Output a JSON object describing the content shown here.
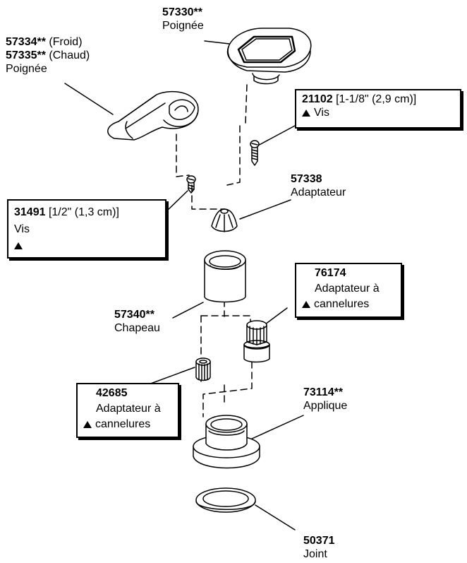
{
  "parts": {
    "p57330": {
      "code": "57330**",
      "name": "Poignée"
    },
    "p57334": {
      "code": "57334**",
      "desc": "(Froid)"
    },
    "p57335": {
      "code": "57335**",
      "desc": "(Chaud)",
      "name": "Poignée"
    },
    "p21102": {
      "code": "21102",
      "size": "[1-1/8\" (2,9 cm)]",
      "name": "Vis"
    },
    "p57338": {
      "code": "57338",
      "name": "Adaptateur"
    },
    "p31491": {
      "code": "31491",
      "size": "[1/2\" (1,3 cm)]",
      "name": "Vis"
    },
    "p76174": {
      "code": "76174",
      "name1": "Adaptateur à",
      "name2": "cannelures"
    },
    "p57340": {
      "code": "57340**",
      "name": "Chapeau"
    },
    "p42685": {
      "code": "42685",
      "name1": "Adaptateur à",
      "name2": "cannelures"
    },
    "p73114": {
      "code": "73114**",
      "name": "Applique"
    },
    "p50371": {
      "code": "50371",
      "name": "Joint"
    }
  }
}
